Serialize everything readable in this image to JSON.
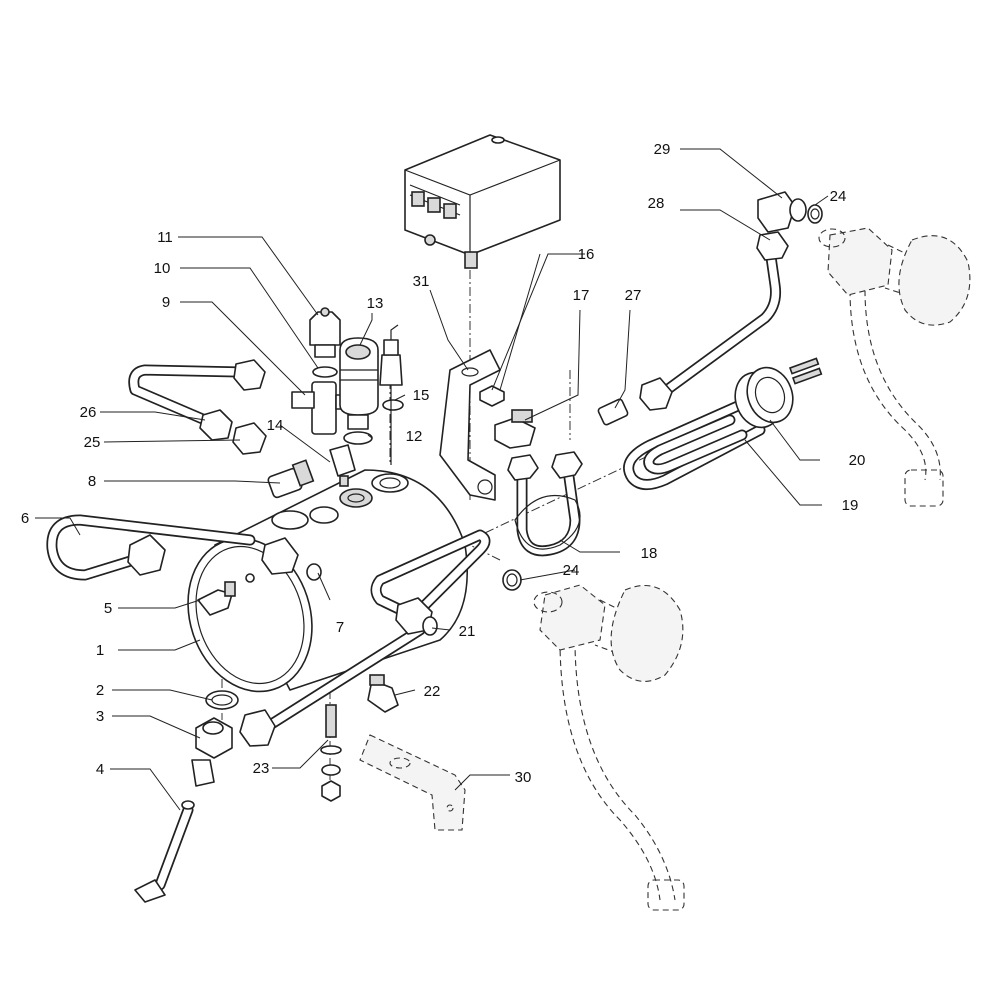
{
  "callouts": [
    {
      "label": "1",
      "to": "tank-body"
    },
    {
      "label": "2",
      "to": "gasket-ring"
    },
    {
      "label": "3",
      "to": "drain-fitting"
    },
    {
      "label": "4",
      "to": "drain-tube"
    },
    {
      "label": "5",
      "to": "elbow-nipple"
    },
    {
      "label": "6",
      "to": "looped-pipe"
    },
    {
      "label": "7",
      "to": "plug"
    },
    {
      "label": "8",
      "to": "nipple-fitting"
    },
    {
      "label": "9",
      "to": "tee-fitting"
    },
    {
      "label": "10",
      "to": "o-ring"
    },
    {
      "label": "11",
      "to": "cap-nut-fitting"
    },
    {
      "label": "12",
      "to": "seal-ring"
    },
    {
      "label": "13",
      "to": "safety-valve"
    },
    {
      "label": "14",
      "to": "thermostat-sensor"
    },
    {
      "label": "15",
      "to": "level-probe"
    },
    {
      "label": "16",
      "to": "pressure-switch"
    },
    {
      "label": "17",
      "to": "elbow-union"
    },
    {
      "label": "18",
      "to": "coiled-pipe"
    },
    {
      "label": "19",
      "to": "heating-element"
    },
    {
      "label": "20",
      "to": "element-gasket"
    },
    {
      "label": "21",
      "to": "steam-pipe"
    },
    {
      "label": "22",
      "to": "angled-nipple"
    },
    {
      "label": "23",
      "to": "stud-washer-nut"
    },
    {
      "label": "24",
      "to": "o-ring"
    },
    {
      "label": "25",
      "to": "hex-union"
    },
    {
      "label": "26",
      "to": "bent-pipe"
    },
    {
      "label": "27",
      "to": "straight-union"
    },
    {
      "label": "28",
      "to": "pipe-nut"
    },
    {
      "label": "29",
      "to": "elbow-fitting"
    },
    {
      "label": "30",
      "to": "mounting-bracket"
    },
    {
      "label": "31",
      "to": "switch-bracket"
    }
  ]
}
